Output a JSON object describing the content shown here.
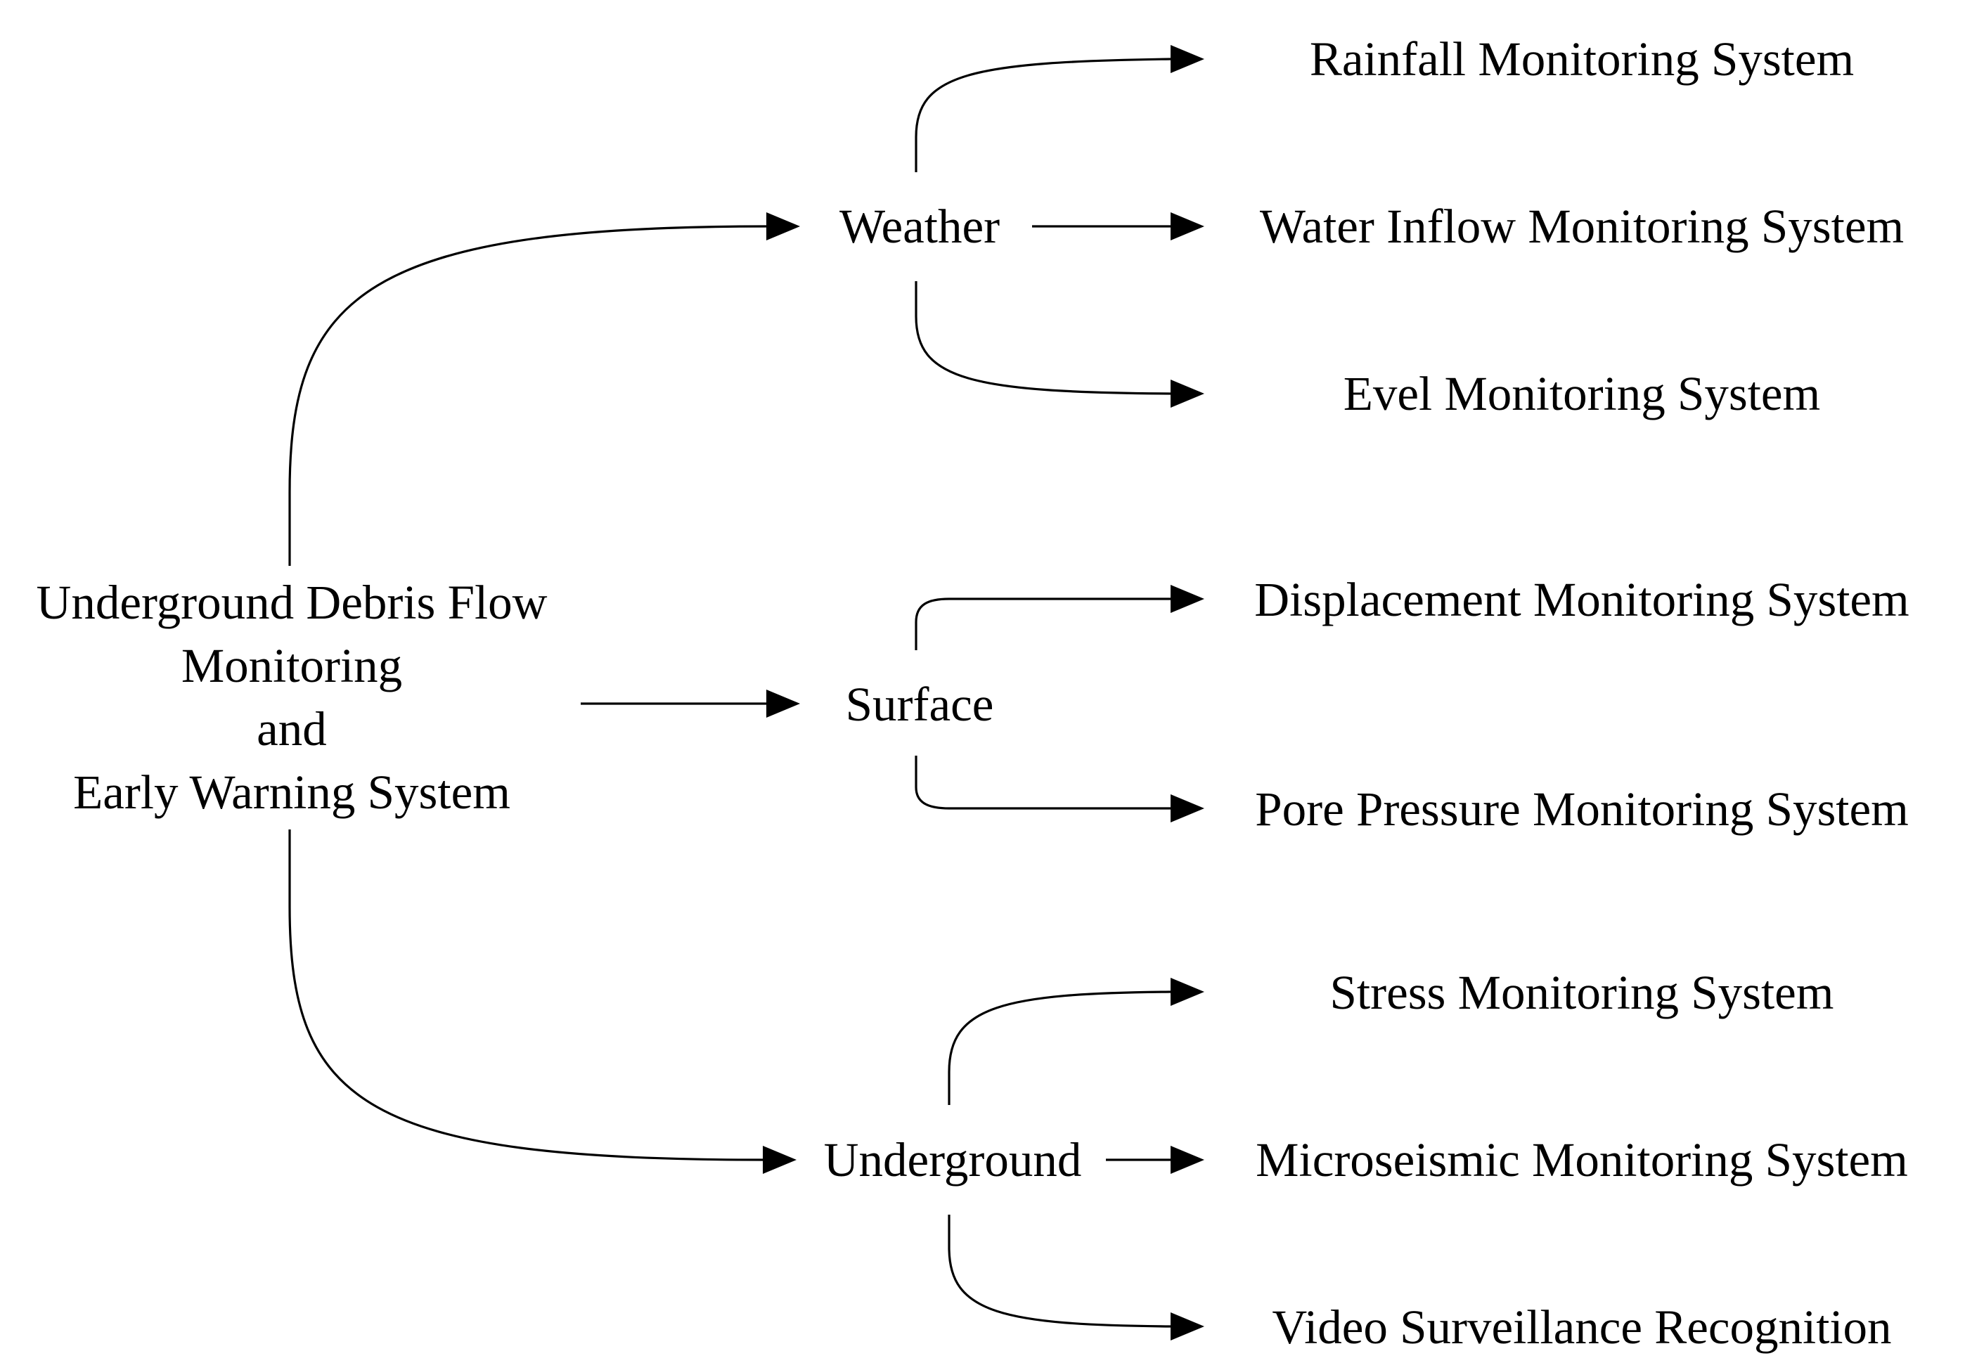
{
  "root": {
    "lines": [
      "Underground Debris Flow",
      "Monitoring",
      "and",
      "Early Warning System"
    ]
  },
  "categories": [
    {
      "label": "Weather",
      "systems": [
        "Rainfall Monitoring System",
        "Water Inflow Monitoring System",
        "Evel Monitoring System"
      ]
    },
    {
      "label": "Surface",
      "systems": [
        "Displacement Monitoring System",
        "Pore Pressure Monitoring System"
      ]
    },
    {
      "label": "Underground",
      "systems": [
        "Stress Monitoring System",
        "Microseismic Monitoring System",
        "Video Surveillance Recognition"
      ]
    }
  ]
}
